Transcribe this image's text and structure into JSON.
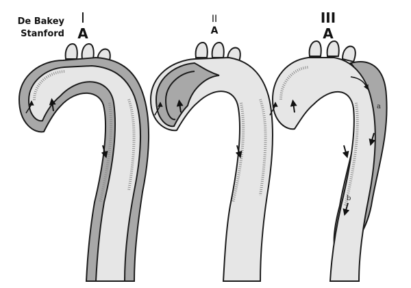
{
  "classification": {
    "debakey_label": "De Bakey",
    "stanford_label": "Stanford"
  },
  "types": [
    {
      "debakey": "I",
      "stanford": "A"
    },
    {
      "debakey": "II",
      "stanford": "A"
    },
    {
      "debakey": "III",
      "stanford": "A"
    }
  ],
  "panel3_annotations": {
    "a": "a",
    "b": "b"
  },
  "colors": {
    "lumen": "#e6e6e6",
    "false_lumen": "#a8a8a8",
    "wall": "#1a1a1a",
    "background": "#ffffff"
  }
}
